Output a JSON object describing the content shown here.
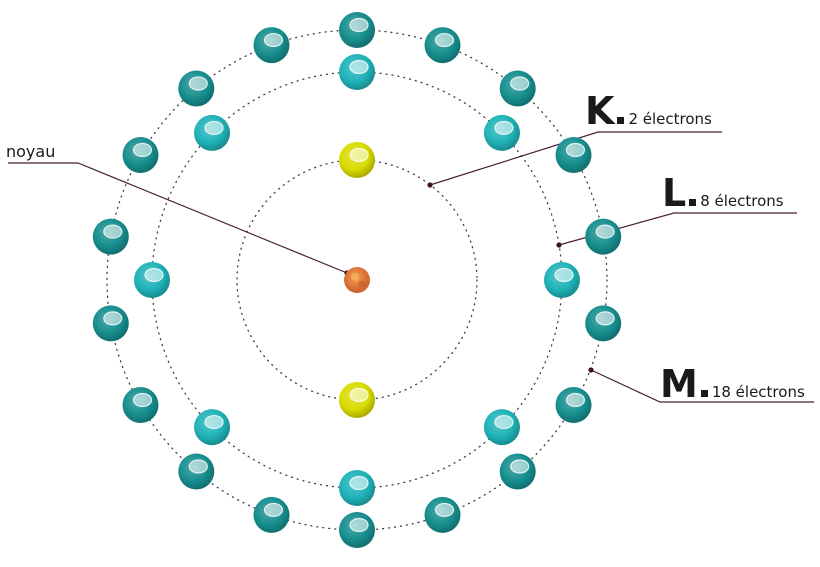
{
  "labels": {
    "noyau": "noyau",
    "shell_k": {
      "letter": "K",
      "count": "2 électrons"
    },
    "shell_l": {
      "letter": "L",
      "count": "8 électrons"
    },
    "shell_m": {
      "letter": "M",
      "count": "18 électrons"
    }
  },
  "shells": [
    {
      "name": "K",
      "electrons": 2,
      "color": "#d9dc00"
    },
    {
      "name": "L",
      "electrons": 8,
      "color": "#1fb3b8"
    },
    {
      "name": "M",
      "electrons": 18,
      "color": "#178e8e"
    }
  ],
  "nucleus_color": "#e0793d",
  "colors": {
    "orbit": "#4a3a4a",
    "leader": "#4a1f3a",
    "text": "#1a1a1a"
  }
}
